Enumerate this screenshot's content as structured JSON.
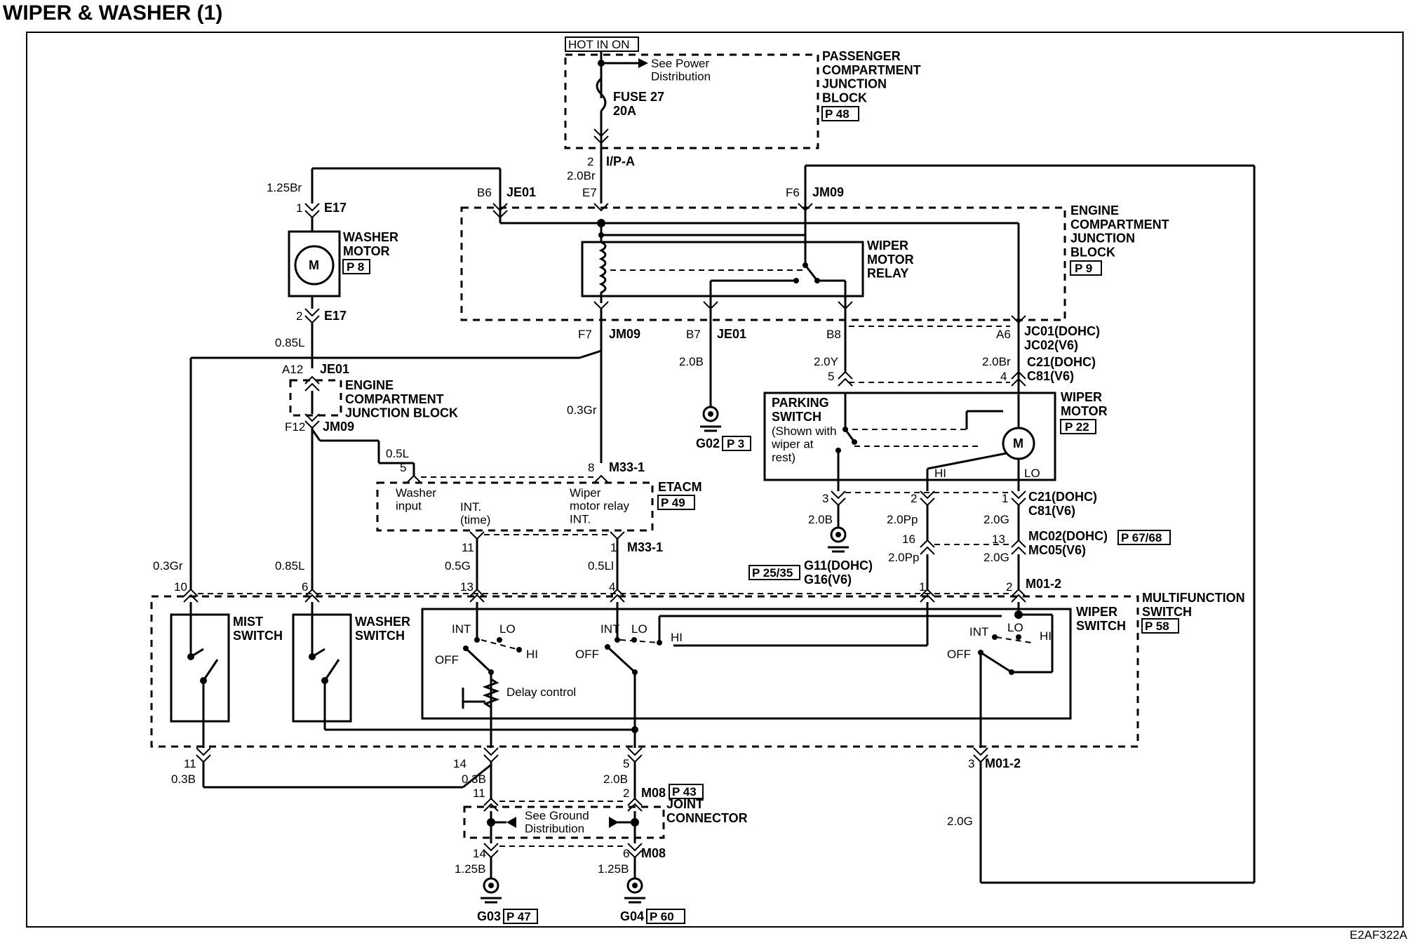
{
  "title": "WIPER & WASHER (1)",
  "figure_id": "E2AF322A",
  "power": {
    "hot": "HOT IN ON",
    "see_power": "See Power\nDistribution",
    "fuse": "FUSE 27\n20A",
    "pcjb": "PASSENGER\nCOMPARTMENT\nJUNCTION\nBLOCK",
    "pcjb_ref": "P 48"
  },
  "connectors": {
    "ipa_pin": "2",
    "ipa": "I/P-A",
    "ipa_wire": "2.0Br",
    "e7": "E7",
    "b6": "B6",
    "je01_top": "JE01",
    "f6": "F6",
    "jm09_top": "JM09",
    "e17_top_wire": "1.25Br",
    "e17_top_pin": "1",
    "e17_top": "E17",
    "e17_bot_pin": "2",
    "e17_bot": "E17",
    "wire_085l_a": "0.85L",
    "a12": "A12",
    "je01_mid": "JE01",
    "f12": "F12",
    "jm09_mid": "JM09",
    "f7": "F7",
    "jm09_f7": "JM09",
    "b7": "B7",
    "je01_b7": "JE01",
    "b8": "B8",
    "a6": "A6",
    "jc01": "JC01(DOHC)\nJC02(V6)",
    "wire_20b_b7": "2.0B",
    "wire_20y": "2.0Y",
    "pin5_b8": "5",
    "wire_20br_a6": "2.0Br",
    "pin4_c21": "4",
    "c21_top": "C21(DOHC)\nC81(V6)",
    "wire_03gr_jm": "0.3Gr",
    "wire_05l": "0.5L",
    "pin5_etacm": "5",
    "pin8_etacm": "8",
    "m331_top": "M33-1",
    "pin11_etacm": "11",
    "pin1_etacm": "1",
    "m331_bot": "M33-1",
    "wire_05g": "0.5G",
    "wire_05li": "0.5Ll",
    "wire_03gr_left": "0.3Gr",
    "wire_085l_b": "0.85L",
    "pin10": "10",
    "pin6": "6",
    "pin13": "13",
    "pin4": "4",
    "pin3_c21": "3",
    "pin2_c21": "2",
    "pin1_c21": "1",
    "c21_bot": "C21(DOHC)\nC81(V6)",
    "wire_20b_g11": "2.0B",
    "wire_20pp_a": "2.0Pp",
    "wire_20g_a": "2.0G",
    "pin16": "16",
    "pin13_mc": "13",
    "mc02": "MC02(DOHC)\nMC05(V6)",
    "mc02_ref": "P 67/68",
    "wire_20pp_b": "2.0Pp",
    "wire_20g_b": "2.0G",
    "g11": "G11(DOHC)\nG16(V6)",
    "g11_ref": "P 25/35",
    "pin1_m01": "1",
    "pin2_m01": "2",
    "m012_top": "M01-2",
    "pin11_bot": "11",
    "wire_03b_left": "0.3B",
    "pin14_bot": "14",
    "wire_03b_mid": "0.3B",
    "pin5_bot": "5",
    "wire_20b_mid": "2.0B",
    "pin11_m08": "11",
    "pin2_m08": "2",
    "m08_top": "M08",
    "m08_ref": "P 43",
    "pin3_m012": "3",
    "m012_bot": "M01-2",
    "wire_20g_c": "2.0G",
    "pin14_m08": "14",
    "pin6_m08": "6",
    "m08_bot": "M08",
    "wire_125b_a": "1.25B",
    "wire_125b_b": "1.25B",
    "g03": "G03",
    "g03_ref": "P 47",
    "g04": "G04",
    "g04_ref": "P 60",
    "g02": "G02",
    "g02_ref": "P 3"
  },
  "components": {
    "washer_motor": "WASHER\nMOTOR",
    "washer_motor_ref": "P 8",
    "motor_symbol": "M",
    "ecjb": "ENGINE\nCOMPARTMENT\nJUNCTION\nBLOCK",
    "ecjb_ref": "P 9",
    "ecjb_mid": "ENGINE\nCOMPARTMENT\nJUNCTION BLOCK",
    "wiper_relay": "WIPER\nMOTOR\nRELAY",
    "parking_switch": "PARKING\nSWITCH",
    "parking_note": "(Shown with\nwiper at\nrest)",
    "wiper_motor": "WIPER\nMOTOR",
    "wiper_motor_ref": "P 22",
    "wm_hi": "HI",
    "wm_lo": "LO",
    "etacm": "ETACM",
    "etacm_ref": "P 49",
    "etacm_washer": "Washer\ninput",
    "etacm_int_time": "INT.\n(time)",
    "etacm_wiper_relay": "Wiper\nmotor relay\nINT.",
    "mist_switch": "MIST\nSWITCH",
    "washer_switch": "WASHER\nSWITCH",
    "wiper_switch": "WIPER\nSWITCH",
    "multifunction": "MULTIFUNCTION\nSWITCH",
    "multifunction_ref": "P 58",
    "sw_int": "INT",
    "sw_lo": "LO",
    "sw_hi": "HI",
    "sw_off": "OFF",
    "delay_control": "Delay control",
    "joint_connector": "JOINT\nCONNECTOR",
    "see_ground": "See Ground\nDistribution"
  }
}
